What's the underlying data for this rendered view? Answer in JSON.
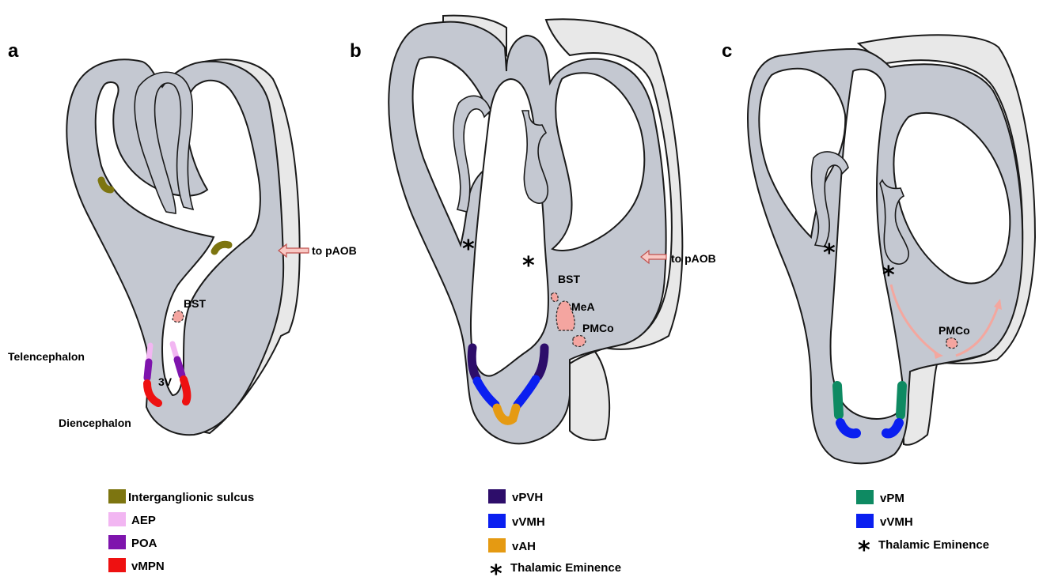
{
  "panels": {
    "a": {
      "letter": "a",
      "labels": {
        "bst": "BST",
        "to_paob": "to pAOB",
        "telencephalon": "Telencephalon",
        "third_ventricle": "3V",
        "diencephalon": "Diencephalon"
      },
      "legend": [
        {
          "label": "Interganglionic sulcus",
          "color": "#7d7510"
        },
        {
          "label": "AEP",
          "color": "#f2b6f2"
        },
        {
          "label": "POA",
          "color": "#7e14ad"
        },
        {
          "label": "vMPN",
          "color": "#ee1111"
        }
      ]
    },
    "b": {
      "letter": "b",
      "labels": {
        "bst": "BST",
        "mea": "MeA",
        "pmco": "PMCo",
        "to_paob": "to pAOB"
      },
      "legend": [
        {
          "label": "vPVH",
          "color": "#2d0d6a"
        },
        {
          "label": "vVMH",
          "color": "#0a1ff0"
        },
        {
          "label": "vAH",
          "color": "#e59a12"
        }
      ],
      "star_legend": "Thalamic Eminence"
    },
    "c": {
      "letter": "c",
      "labels": {
        "pmco": "PMCo"
      },
      "legend": [
        {
          "label": "vPM",
          "color": "#0e8a62"
        },
        {
          "label": "vVMH",
          "color": "#0a1ff0"
        }
      ],
      "star_legend": "Thalamic Eminence"
    }
  },
  "star_glyph": "*",
  "colors": {
    "tissue": "#c4c8d1",
    "back_surface": "#e8e8e8",
    "nucleus_pink": "#f4a5a0",
    "arrow_pink": "#f3a79f"
  }
}
